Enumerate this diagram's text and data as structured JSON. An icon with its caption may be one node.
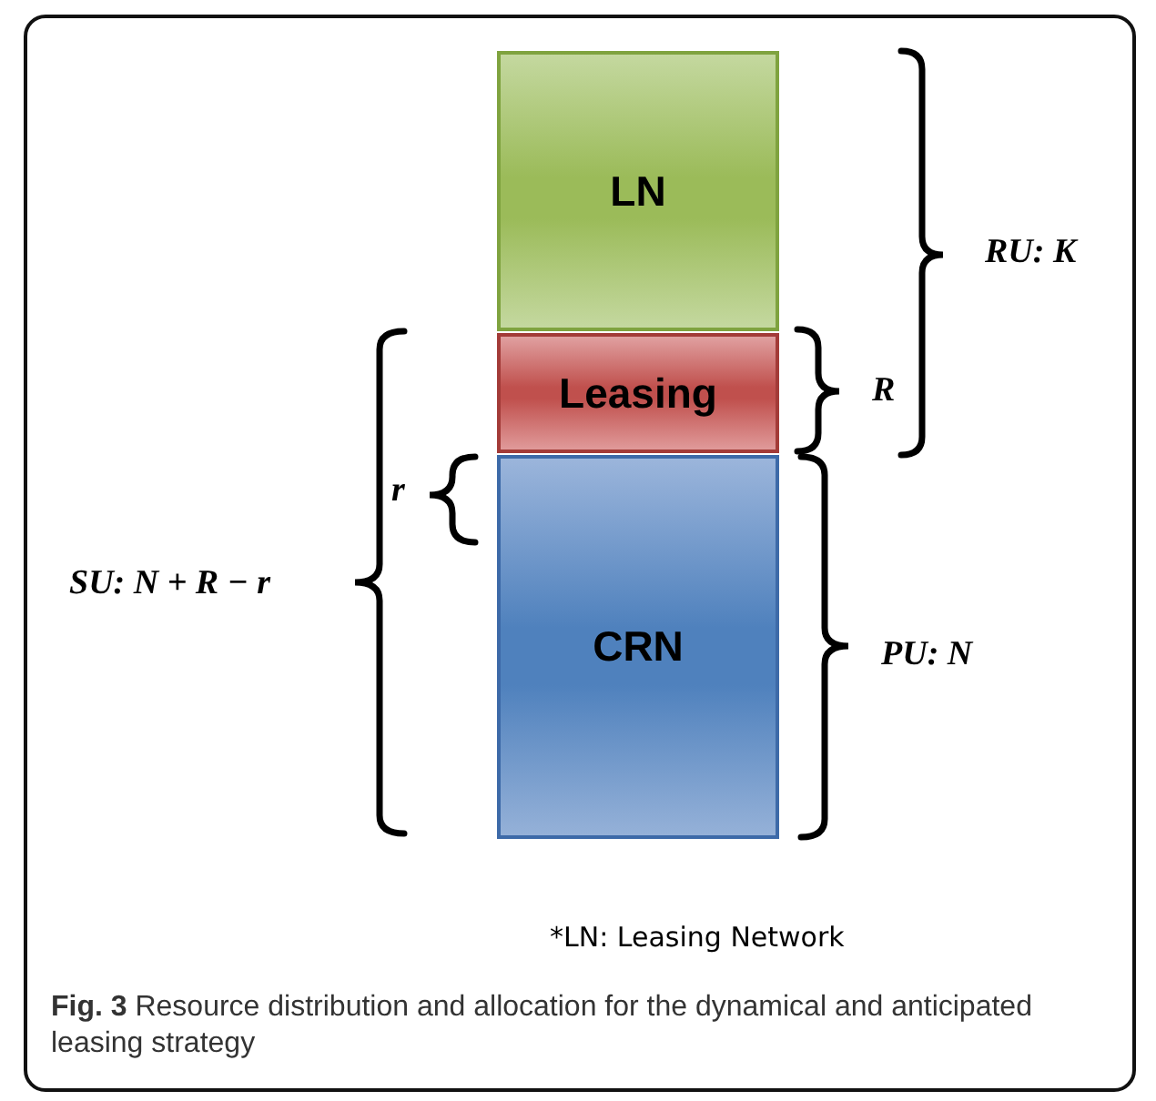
{
  "diagram": {
    "caption": "**Fig. 3** Resource distribution and allocation for the dynamical and anticipated leasing strategy",
    "nodes": [
      {
        "text": [
          "LN"
        ]
      },
      {
        "text": [
          "Leasing"
        ]
      },
      {
        "text": [
          "CRN"
        ]
      }
    ],
    "labels": [
      "RU: K",
      "R",
      "r",
      "SU: N + R − r",
      "PU: N",
      "*LN: Leasing Network"
    ]
  }
}
